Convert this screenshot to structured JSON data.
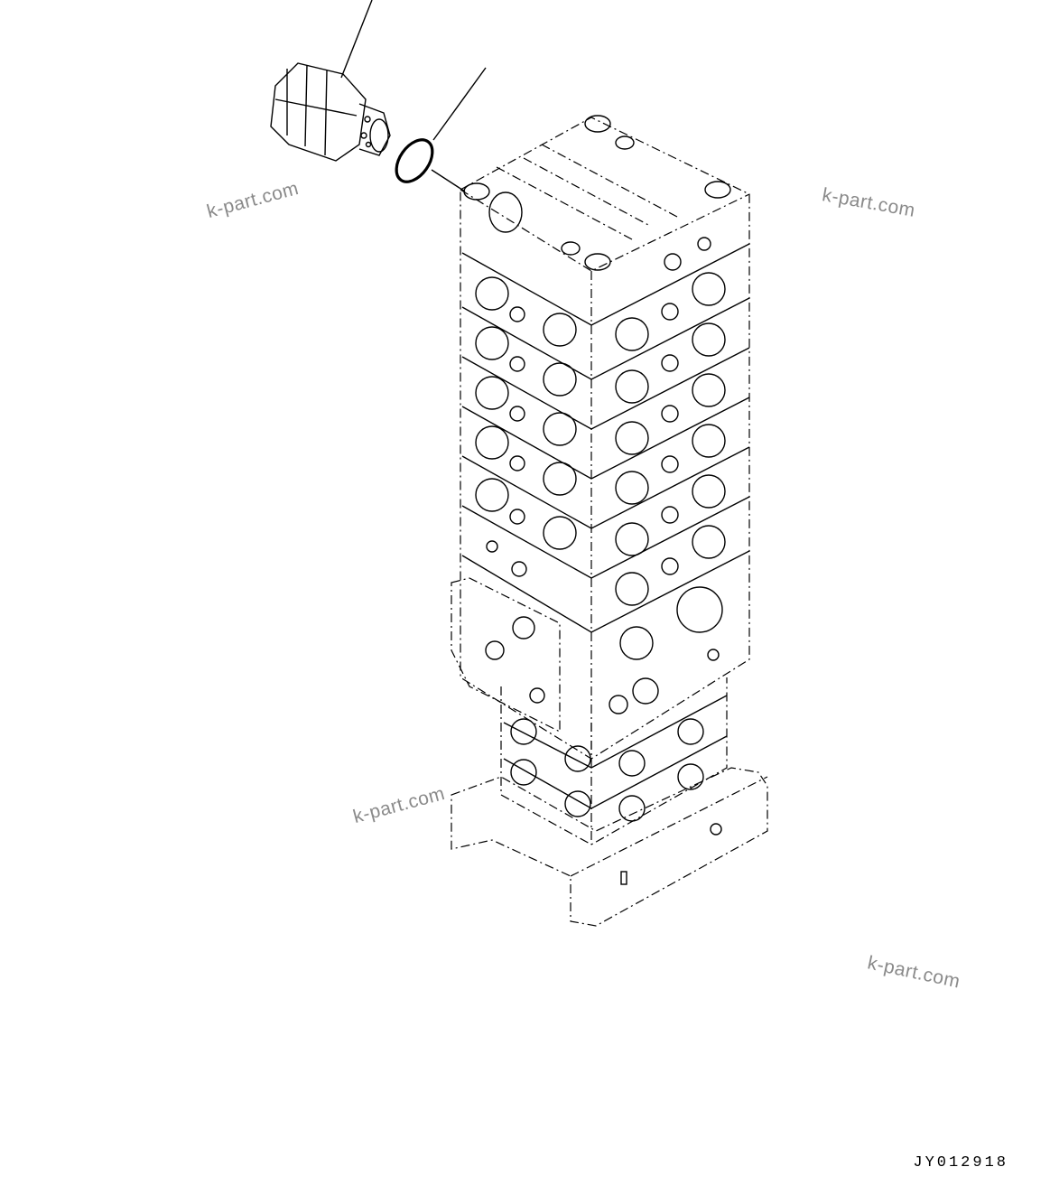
{
  "drawing": {
    "code": "JY012918",
    "watermarks": [
      "k-part.com",
      "k-part.com",
      "k-part.com",
      "k-part.com"
    ]
  },
  "parts": [
    {
      "name": "relief-valve-cartridge"
    },
    {
      "name": "o-ring"
    },
    {
      "name": "control-valve-assembly"
    }
  ]
}
